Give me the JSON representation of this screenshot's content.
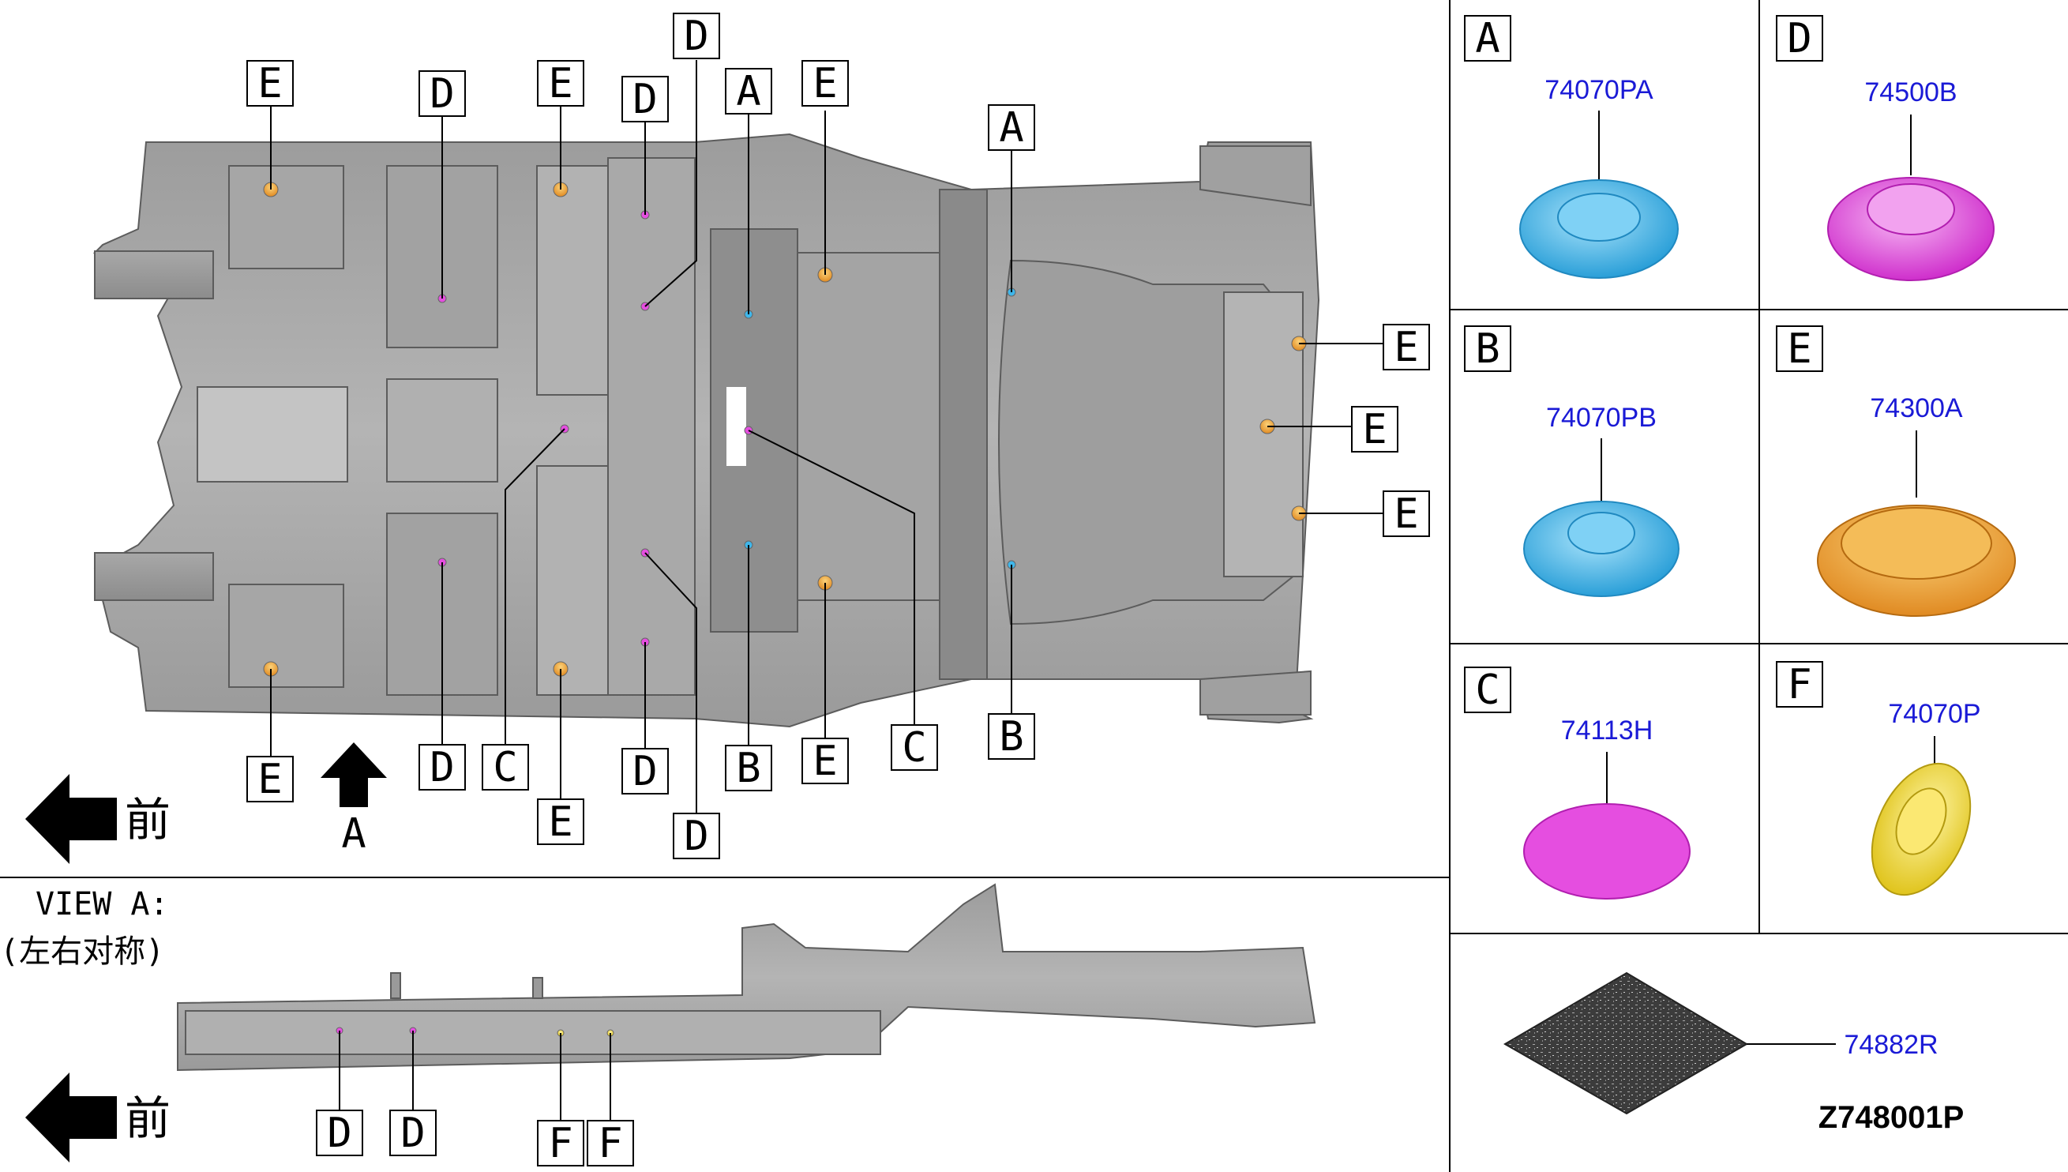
{
  "view_title": "VIEW A:",
  "view_note": "(左右对称)",
  "front_label": "前",
  "view_arrow_label": "A",
  "drawing_code": "Z748001P",
  "pad_part": "74882R",
  "colors": {
    "A": "#3fb6ea",
    "B": "#3fb6ea",
    "C": "#e54ee0",
    "D": "#e54ee0",
    "E": "#f0a93a",
    "F": "#f3df3a",
    "pad": "#444444"
  },
  "parts": [
    {
      "letter": "A",
      "number": "74070PA"
    },
    {
      "letter": "D",
      "number": "74500B"
    },
    {
      "letter": "B",
      "number": "74070PB"
    },
    {
      "letter": "E",
      "number": "74300A"
    },
    {
      "letter": "C",
      "number": "74113H"
    },
    {
      "letter": "F",
      "number": "74070P"
    }
  ],
  "callouts": [
    {
      "letter": "E"
    },
    {
      "letter": "D"
    },
    {
      "letter": "E"
    },
    {
      "letter": "D"
    },
    {
      "letter": "D"
    },
    {
      "letter": "A"
    },
    {
      "letter": "E"
    },
    {
      "letter": "A"
    },
    {
      "letter": "E"
    },
    {
      "letter": "E"
    },
    {
      "letter": "E"
    },
    {
      "letter": "E"
    },
    {
      "letter": "D"
    },
    {
      "letter": "C"
    },
    {
      "letter": "E"
    },
    {
      "letter": "D"
    },
    {
      "letter": "D"
    },
    {
      "letter": "B"
    },
    {
      "letter": "E"
    },
    {
      "letter": "C"
    },
    {
      "letter": "B"
    },
    {
      "letter": "D"
    },
    {
      "letter": "D"
    },
    {
      "letter": "F"
    },
    {
      "letter": "F"
    }
  ]
}
